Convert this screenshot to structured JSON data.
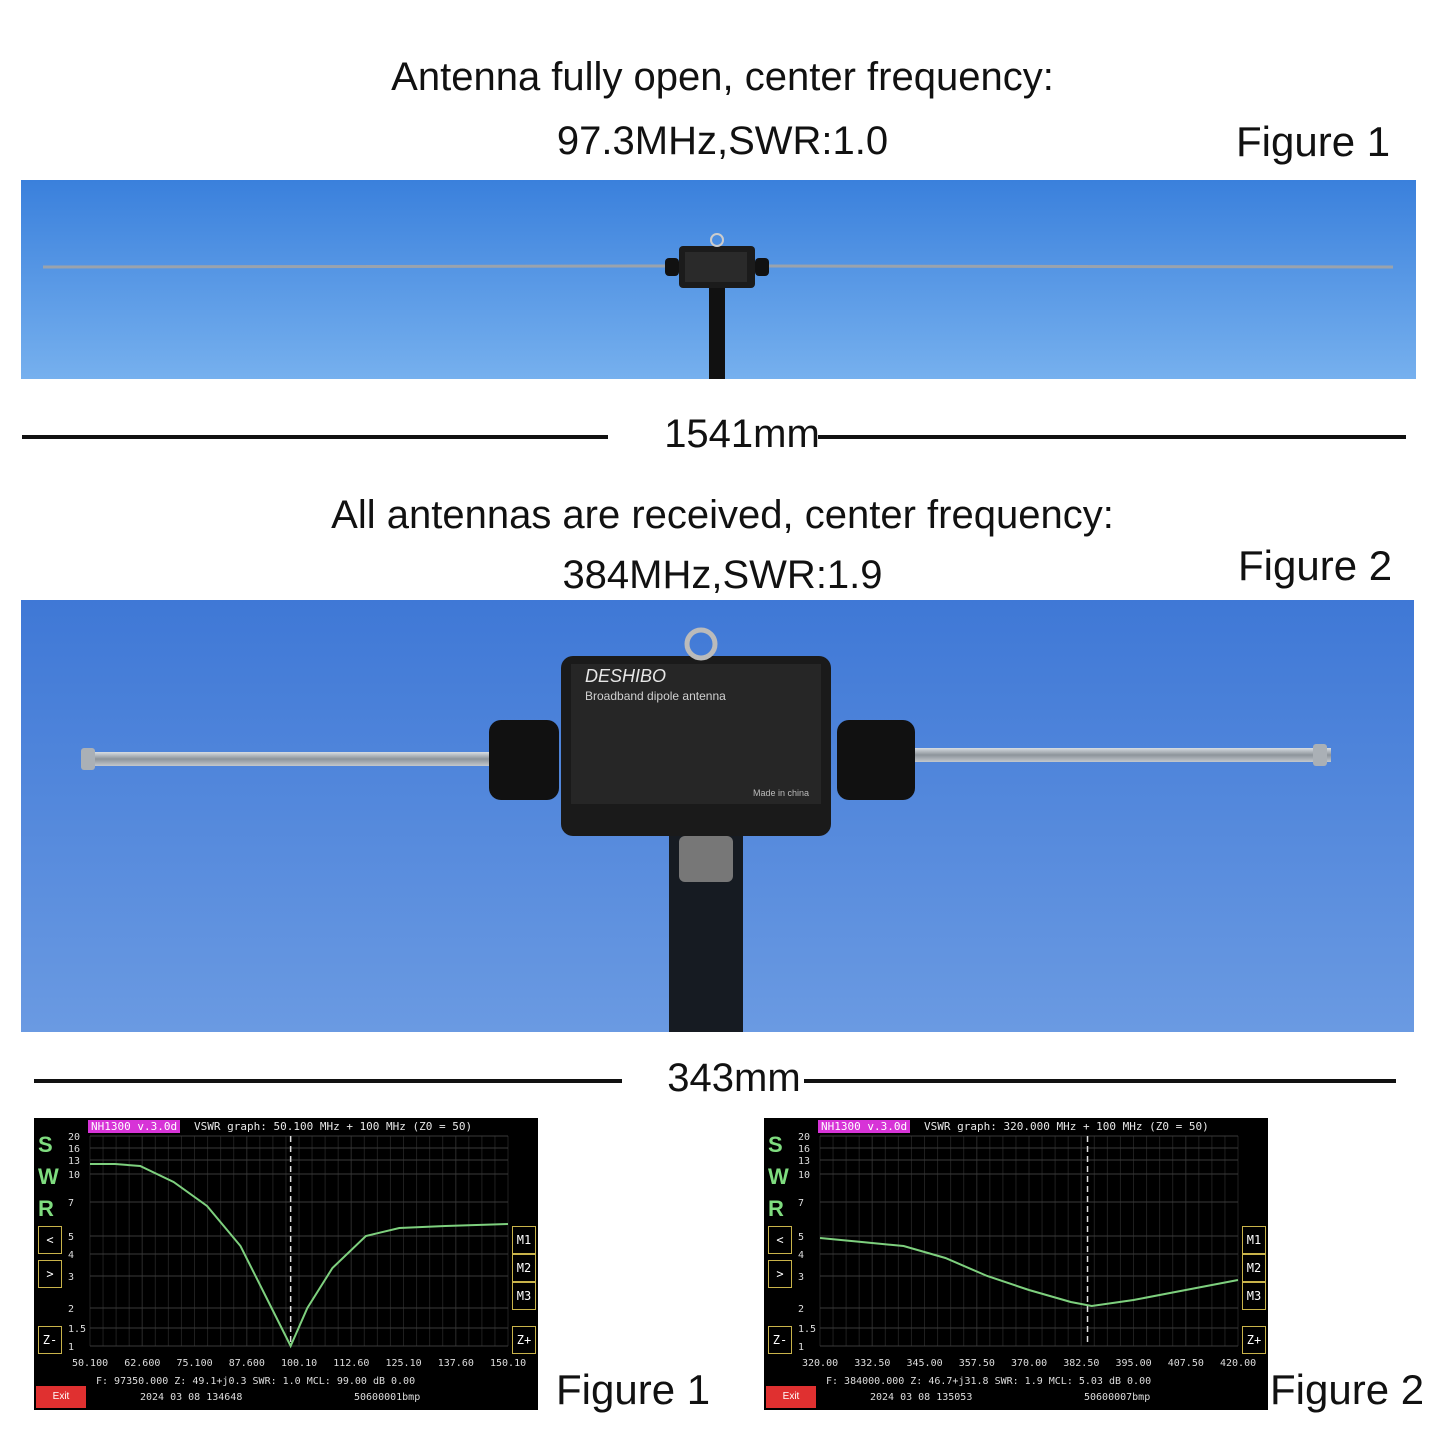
{
  "figure1": {
    "caption_line1": "Antenna fully open, center frequency:",
    "caption_line2": "97.3MHz,SWR:1.0",
    "label": "Figure 1",
    "dimension": "1541mm"
  },
  "figure2": {
    "caption_line1": "All antennas are received, center frequency:",
    "caption_line2": "384MHz,SWR:1.9",
    "label": "Figure 2",
    "dimension": "343mm",
    "device_brand": "DESHIBO",
    "device_subtitle": "Broadband dipole antenna",
    "device_footer": "Made in china"
  },
  "screen1": {
    "version": "NH1300 v.3.0d",
    "header": "VSWR graph: 50.100 MHz + 100 MHz   (Z0 = 50)",
    "swr_letters": [
      "S",
      "W",
      "R"
    ],
    "y_ticks": [
      "20",
      "16",
      "13",
      "10",
      "7",
      "5",
      "4",
      "3",
      "2",
      "1.5",
      "1"
    ],
    "x_ticks": [
      "50.100",
      "62.600",
      "75.100",
      "87.600",
      "100.10",
      "112.60",
      "125.10",
      "137.60",
      "150.10"
    ],
    "readout": "F: 97350.000   Z: 49.1+j0.3    SWR: 1.0   MCL: 99.00 dB   0.00",
    "timestamp": "2024 03 08  134648",
    "filename": "50600001bmp",
    "exit": "Exit",
    "left_buttons": [
      "<",
      ">",
      "Z-"
    ],
    "right_buttons": [
      "M1",
      "M2",
      "M3",
      "Z+"
    ],
    "label": "Figure 1"
  },
  "screen2": {
    "version": "NH1300 v.3.0d",
    "header": "VSWR graph: 320.000 MHz + 100 MHz   (Z0 = 50)",
    "swr_letters": [
      "S",
      "W",
      "R"
    ],
    "y_ticks": [
      "20",
      "16",
      "13",
      "10",
      "7",
      "5",
      "4",
      "3",
      "2",
      "1.5",
      "1"
    ],
    "x_ticks": [
      "320.00",
      "332.50",
      "345.00",
      "357.50",
      "370.00",
      "382.50",
      "395.00",
      "407.50",
      "420.00"
    ],
    "readout": "F: 384000.000   Z: 46.7+j31.8   SWR: 1.9   MCL: 5.03 dB   0.00",
    "timestamp": "2024 03 08  135053",
    "filename": "50600007bmp",
    "exit": "Exit",
    "left_buttons": [
      "<",
      ">",
      "Z-"
    ],
    "right_buttons": [
      "M1",
      "M2",
      "M3",
      "Z+"
    ],
    "label": "Figure 2"
  },
  "colors": {
    "sky_top": "#3f86e0",
    "sky_bottom": "#7fb5ee",
    "trace": "#7ed07e",
    "marker_btn": "#2020b0"
  }
}
